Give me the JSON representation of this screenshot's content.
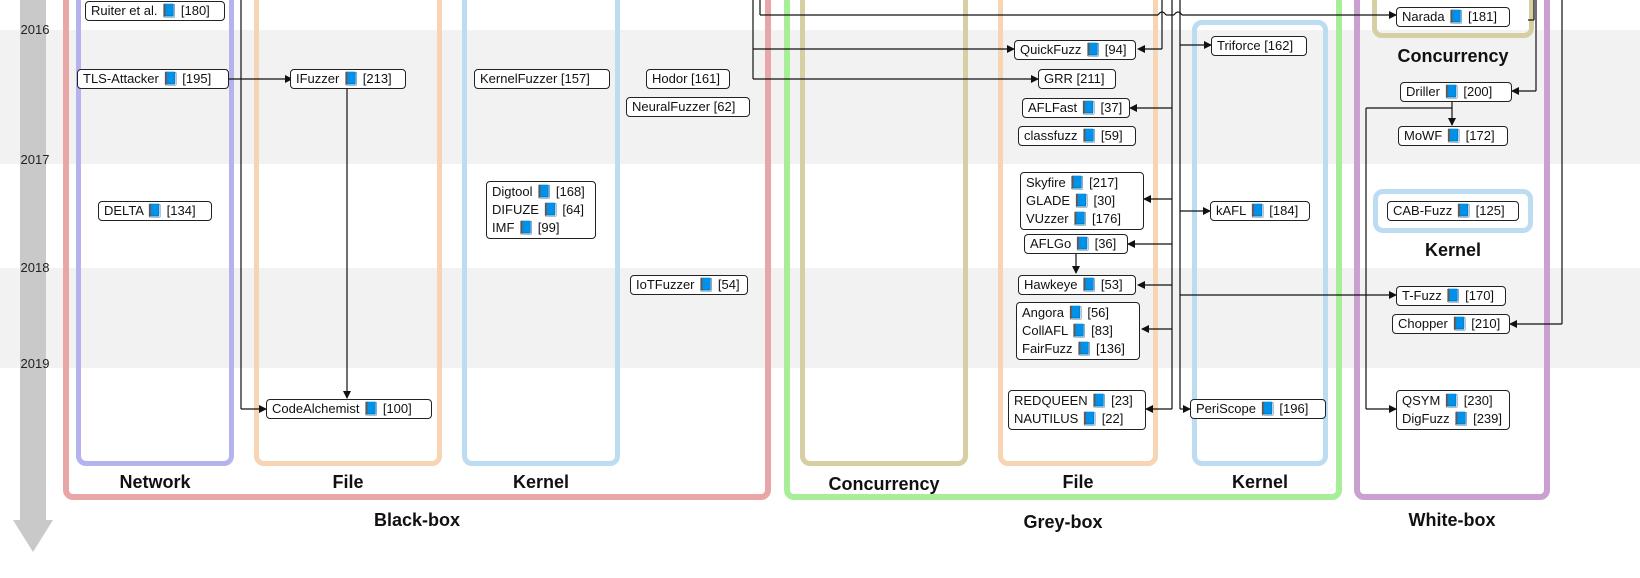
{
  "years": [
    "2016",
    "2017",
    "2018",
    "2019"
  ],
  "groups": {
    "black_box": "Black-box",
    "grey_box": "Grey-box",
    "white_box": "White-box"
  },
  "subgroups": {
    "network": "Network",
    "file_black": "File",
    "kernel_black": "Kernel",
    "concurrency_grey": "Concurrency",
    "file_grey": "File",
    "kernel_grey": "Kernel",
    "concurrency_white": "Concurrency",
    "kernel_white": "Kernel"
  },
  "book_icon": "book-icon",
  "colors": {
    "black_box": "#e8a6a6",
    "grey_box": "#a8ee98",
    "white_box": "#c9a0cf",
    "network": "#b5b3ee",
    "file": "#f6d4b4",
    "kernel": "#bcdcf2",
    "concurrency": "#d6cfa4"
  },
  "boxes": {
    "ruiter": [
      "Ruiter et al. 📘 [180]"
    ],
    "tls_attacker": [
      "TLS-Attacker 📘 [195]"
    ],
    "delta": [
      "DELTA 📘 [134]"
    ],
    "ifuzzer": [
      "IFuzzer 📘 [213]"
    ],
    "codealchemist": [
      "CodeAlchemist 📘 [100]"
    ],
    "kernelfuzzer": [
      "KernelFuzzer [157]"
    ],
    "digtool_group": [
      "Digtool 📘 [168]",
      "DIFUZE 📘 [64]",
      "IMF 📘 [99]"
    ],
    "hodor": [
      "Hodor [161]"
    ],
    "neuralfuzzer": [
      "NeuralFuzzer [62]"
    ],
    "iotfuzzer": [
      "IoTFuzzer 📘 [54]"
    ],
    "quickfuzz": [
      "QuickFuzz 📘 [94]"
    ],
    "grr": [
      "GRR [211]"
    ],
    "aflfast": [
      "AFLFast 📘 [37]"
    ],
    "classfuzz": [
      "classfuzz 📘 [59]"
    ],
    "skyfire_group": [
      "Skyfire 📘 [217]",
      "GLADE 📘 [30]",
      "VUzzer 📘 [176]"
    ],
    "aflgo": [
      "AFLGo 📘 [36]"
    ],
    "hawkeye": [
      "Hawkeye 📘 [53]"
    ],
    "angora_group": [
      "Angora 📘 [56]",
      "CollAFL 📘 [83]",
      "FairFuzz 📘 [136]"
    ],
    "redqueen_group": [
      "REDQUEEN 📘 [23]",
      "NAUTILUS 📘 [22]"
    ],
    "triforce": [
      "Triforce [162]"
    ],
    "kafl": [
      "kAFL 📘 [184]"
    ],
    "periscope": [
      "PeriScope 📘 [196]"
    ],
    "narada": [
      "Narada 📘 [181]"
    ],
    "driller": [
      "Driller 📘 [200]"
    ],
    "mowf": [
      "MoWF 📘 [172]"
    ],
    "cabfuzz": [
      "CAB-Fuzz 📘 [125]"
    ],
    "tfuzz": [
      "T-Fuzz 📘 [170]"
    ],
    "chopper": [
      "Chopper 📘 [210]"
    ],
    "qsym_group": [
      "QSYM 📘 [230]",
      "DigFuzz 📘 [239]"
    ]
  }
}
